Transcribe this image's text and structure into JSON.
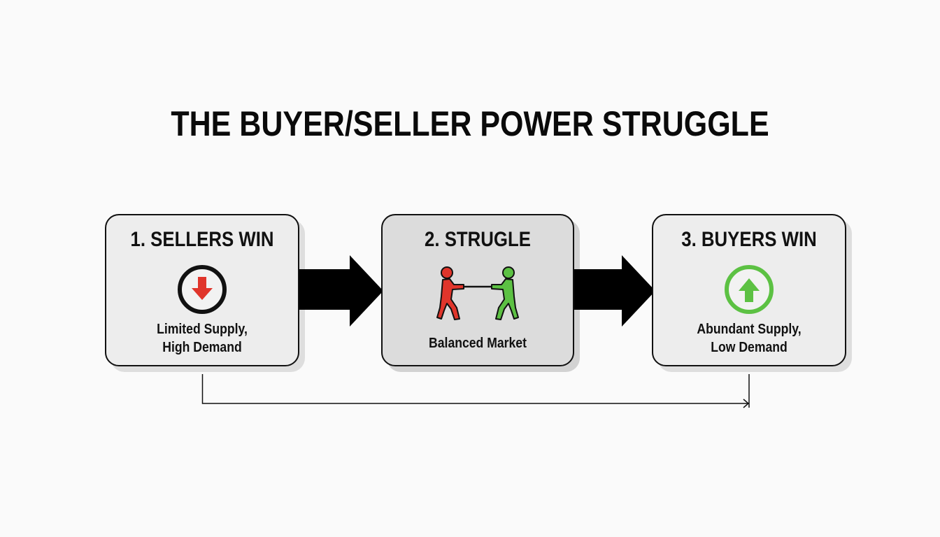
{
  "title": "THE BUYER/SELLER POWER STRUGGLE",
  "colors": {
    "background": "#fafafa",
    "box_fill": "#ededed",
    "box_fill_middle": "#dcdcdc",
    "seller_red": "#e0352b",
    "buyer_green": "#5cc143",
    "ink": "#111111"
  },
  "stages": [
    {
      "title": "1. SELLERS WIN",
      "icon": "down-arrow-circle-icon",
      "caption_line1": "Limited Supply,",
      "caption_line2": "High Demand"
    },
    {
      "title": "2. STRUGLE",
      "icon": "tug-of-war-icon",
      "caption_line1": "Balanced Market",
      "caption_line2": ""
    },
    {
      "title": "3. BUYERS WIN",
      "icon": "up-arrow-circle-icon",
      "caption_line1": "Abundant Supply,",
      "caption_line2": "Low Demand"
    }
  ],
  "flow": {
    "arrows": [
      "stage-1-to-stage-2",
      "stage-2-to-stage-3"
    ],
    "connector": "stage-1-to-stage-3-bottom-line"
  }
}
